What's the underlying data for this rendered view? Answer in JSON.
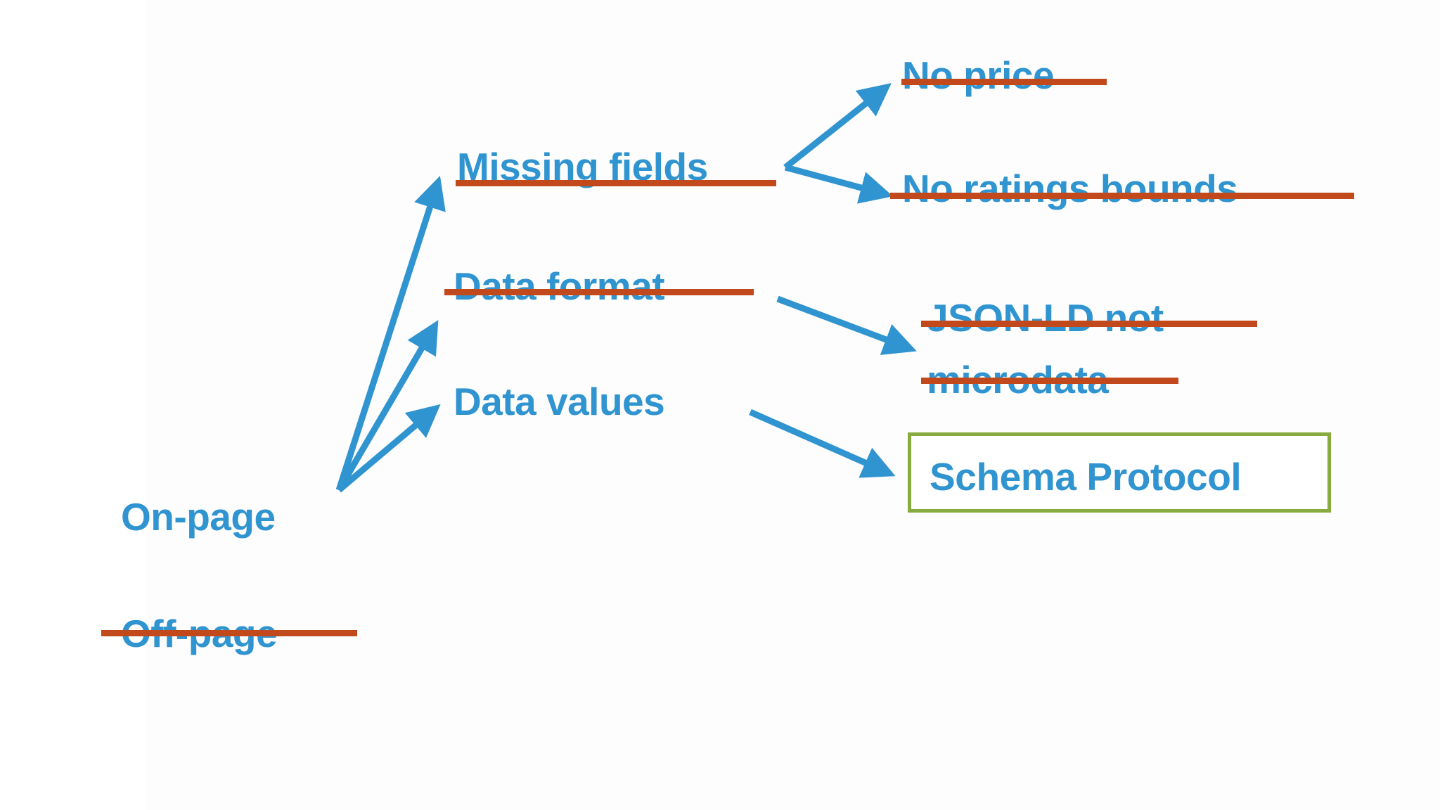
{
  "slide": {
    "background_color": "#ffffff",
    "canvas_color": "#fdfdfd",
    "accent_blue": "#2f94cf",
    "strike_red": "#c1491c",
    "highlight_green": "#87ab3e"
  },
  "nodes": {
    "on_page": {
      "label": "On-page",
      "struck": false
    },
    "off_page": {
      "label": "Off-page",
      "struck": true
    },
    "missing_fields": {
      "label": "Missing fields",
      "struck": true
    },
    "data_format": {
      "label": "Data format",
      "struck": true
    },
    "data_values": {
      "label": "Data values",
      "struck": false
    },
    "no_price": {
      "label": "No price",
      "struck": true
    },
    "no_ratings_bounds": {
      "label": "No ratings bounds",
      "struck": true
    },
    "json_ld_line1": {
      "label": "JSON-LD not",
      "struck": true
    },
    "json_ld_line2": {
      "label": "microdata",
      "struck": true
    },
    "schema_protocol": {
      "label": "Schema Protocol",
      "struck": false,
      "highlighted": true
    }
  },
  "edges": [
    {
      "from": "on-page",
      "to": "missing-fields"
    },
    {
      "from": "on-page",
      "to": "data-format"
    },
    {
      "from": "on-page",
      "to": "data-values"
    },
    {
      "from": "missing-fields",
      "to": "no-price"
    },
    {
      "from": "missing-fields",
      "to": "no-ratings-bounds"
    },
    {
      "from": "data-format",
      "to": "json-ld-not-microdata"
    },
    {
      "from": "data-values",
      "to": "schema-protocol"
    }
  ]
}
